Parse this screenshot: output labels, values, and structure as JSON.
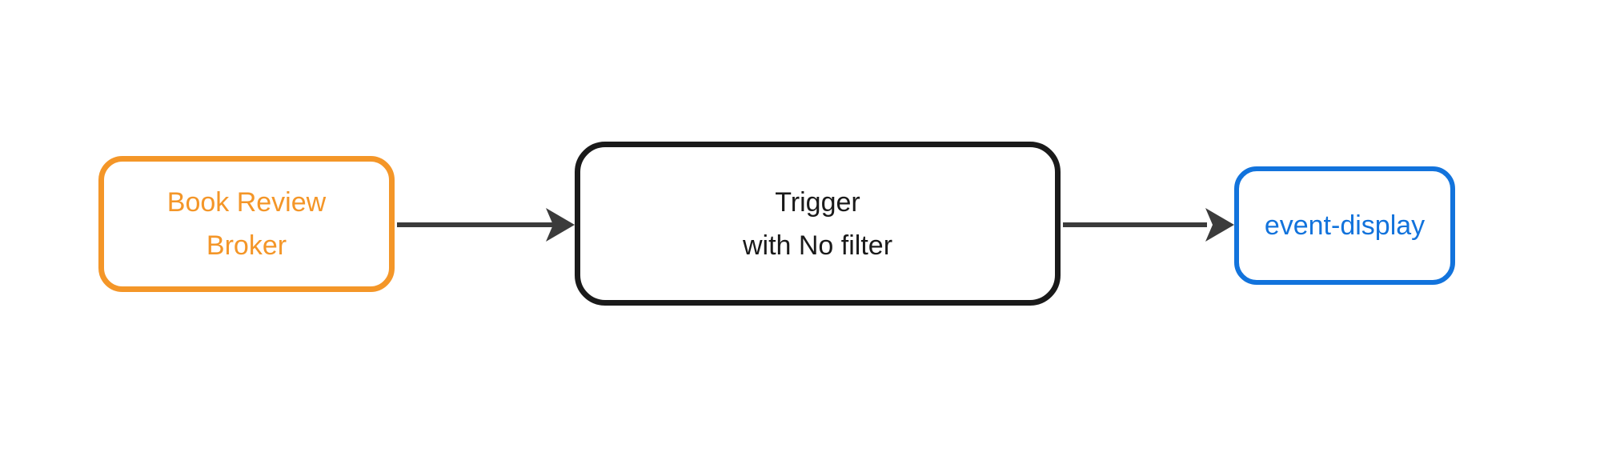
{
  "diagram": {
    "background_color": "#ffffff",
    "edge_color": "#3B3B3B",
    "nodes": [
      {
        "id": "book-review-broker",
        "lines": [
          "Book Review",
          "Broker"
        ],
        "color": "#F49628",
        "shape": "rounded-rect"
      },
      {
        "id": "trigger",
        "lines": [
          "Trigger",
          "with No filter"
        ],
        "color": "#1A1A1A",
        "shape": "rounded-rect"
      },
      {
        "id": "event-display",
        "lines": [
          "event-display"
        ],
        "color": "#1273DC",
        "shape": "rounded-rect"
      }
    ],
    "edges": [
      {
        "from": "book-review-broker",
        "to": "trigger",
        "style": "solid-arrow",
        "color": "#3B3B3B"
      },
      {
        "from": "trigger",
        "to": "event-display",
        "style": "solid-arrow",
        "color": "#3B3B3B"
      }
    ]
  }
}
